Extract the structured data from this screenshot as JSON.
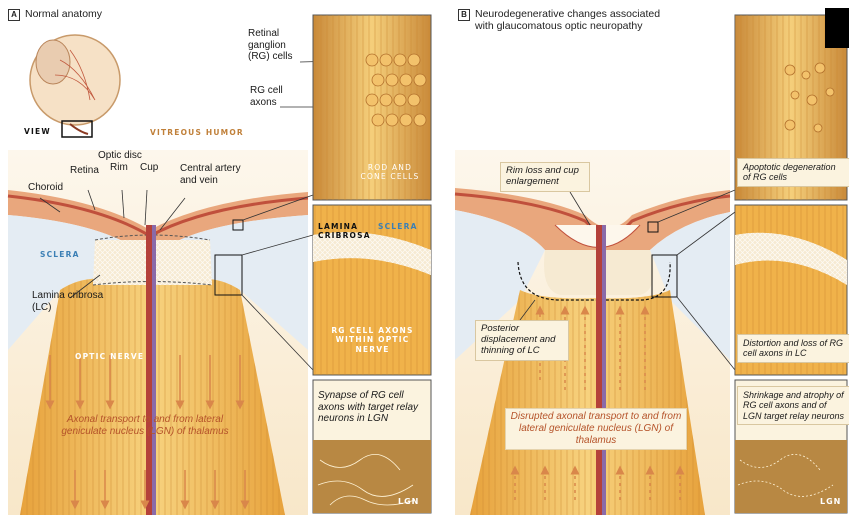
{
  "panel_a": {
    "letter": "A",
    "title": "Normal anatomy",
    "view": "VIEW",
    "vitreous": "VITREOUS HUMOR",
    "retinal_ganglion": "Retinal ganglion (RG) cells",
    "rg_axons": "RG cell axons",
    "rod_cone": "ROD AND CONE CELLS",
    "optic_disc": "Optic disc",
    "rim": "Rim",
    "cup": "Cup",
    "central": "Central artery and vein",
    "choroid": "Choroid",
    "retina": "Retina",
    "sclera": "SCLERA",
    "lamina_cribrosa": "Lamina cribrosa (LC)",
    "optic_nerve": "OPTIC NERVE",
    "inset_lamina": "LAMINA CRIBROSA",
    "inset_sclera": "SCLERA",
    "rg_within": "RG CELL AXONS WITHIN OPTIC NERVE",
    "synapse": "Synapse of RG cell axons with target relay neurons in LGN",
    "lgn": "LGN",
    "axonal": "Axonal transport to and from lateral geniculate nucleus (LGN) of thalamus"
  },
  "panel_b": {
    "letter": "B",
    "title": "Neurodegenerative changes associated with glaucomatous optic neuropathy",
    "rim_loss": "Rim loss and cup enlargement",
    "apoptotic": "Apoptotic degeneration of RG cells",
    "posterior": "Posterior displacement and thinning of LC",
    "distortion": "Distortion and loss of RG cell axons in LC",
    "shrinkage": "Shrinkage and atrophy of RG cell axons and of LGN target relay neurons",
    "disrupted": "Disrupted axonal transport to and from lateral geniculate nucleus (LGN) of thalamus",
    "lgn": "LGN"
  },
  "colors": {
    "nerve": "#f0b24a",
    "nerve_light": "#f9dc93",
    "arrow": "#d9874a",
    "sclera": "#e4ecf3",
    "retina_red": "#c0503c",
    "caption": "#b5532a"
  }
}
